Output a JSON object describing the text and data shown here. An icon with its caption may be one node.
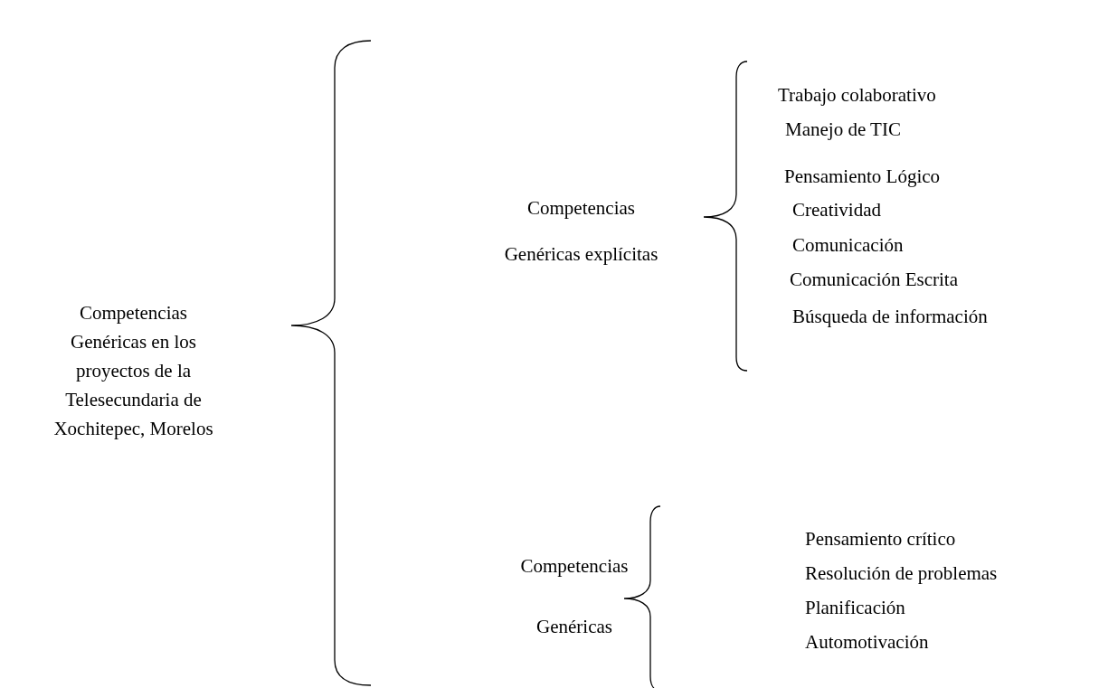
{
  "diagram": {
    "labels": [
      "Competencias Genéricas en los proyectos de la Telesecundaria de Xochitepec, Morelos",
      "Competencias Genéricas explícitas",
      "Trabajo colaborativo",
      "Manejo de TIC",
      "Pensamiento Lógico",
      "Creatividad",
      "Comunicación",
      "Comunicación Escrita",
      "Búsqueda de información",
      "Competencias Genéricas",
      "Pensamiento crítico",
      "Resolución de problemas",
      "Planificación",
      "Automotivación"
    ]
  }
}
